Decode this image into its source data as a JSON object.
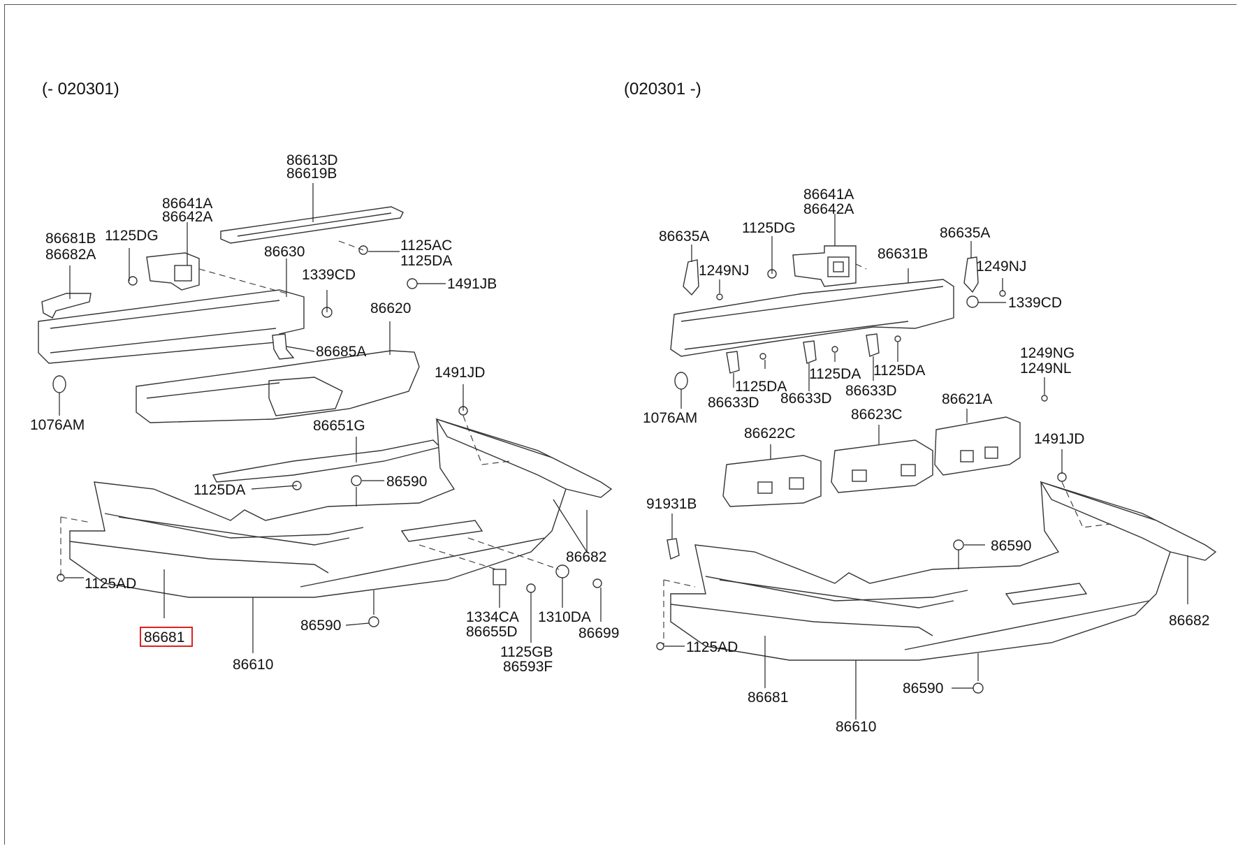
{
  "left_diagram": {
    "range": "(- 020301)",
    "labels": {
      "a": "86613D",
      "b": "86619B",
      "c": "86641A",
      "d": "86642A",
      "e": "86681B",
      "f": "86682A",
      "g": "1125DG",
      "h": "1125AC",
      "i": "1125DA",
      "j": "86630",
      "k": "1339CD",
      "l": "1491JB",
      "m": "86620",
      "n": "86685A",
      "o": "1076AM",
      "p": "1491JD",
      "q": "86651G",
      "r": "86590",
      "s": "1125DA",
      "t": "86682",
      "u": "1125AD",
      "v": "86681",
      "w": "86590",
      "x": "86610",
      "y": "1334CA",
      "z": "86655D",
      "aa": "1310DA",
      "ab": "1125GB",
      "ac": "86593F",
      "ad": "86699"
    },
    "highlighted": "86681",
    "highlight_color": "#e02020"
  },
  "right_diagram": {
    "range": "(020301 -)",
    "labels": {
      "a": "86641A",
      "b": "86642A",
      "c": "86635A",
      "d": "1125DG",
      "e": "86635A",
      "f": "1249NJ",
      "g": "86631B",
      "h": "1249NJ",
      "i": "1339CD",
      "j": "1076AM",
      "k": "1125DA",
      "l": "1125DA",
      "m": "1125DA",
      "n": "86633D",
      "o": "86633D",
      "p": "86633D",
      "q": "1249NG",
      "r": "1249NL",
      "s": "86622C",
      "t": "86623C",
      "u": "86621A",
      "v": "91931B",
      "w": "1491JD",
      "x": "86590",
      "y": "86682",
      "z": "1125AD",
      "aa": "86681",
      "ab": "86590",
      "ac": "86610"
    }
  }
}
